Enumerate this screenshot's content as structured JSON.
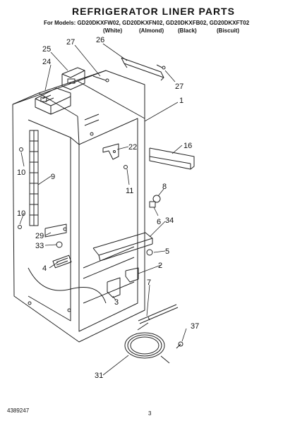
{
  "header": {
    "title": "REFRIGERATOR LINER PARTS",
    "models_line": "For Models: GD20DKXFW02, GD20DKXFN02, GD20DKXFB02, GD20DKXFT02",
    "colors": [
      "(White)",
      "(Almond)",
      "(Black)",
      "(Biscuit)"
    ]
  },
  "callouts": {
    "c25": "25",
    "c24": "24",
    "c27a": "27",
    "c26": "26",
    "c27b": "27",
    "c1": "1",
    "c22": "22",
    "c16": "16",
    "c11": "11",
    "c8": "8",
    "c6": "6",
    "c34": "34",
    "c5": "5",
    "c2": "2",
    "c10a": "10",
    "c9": "9",
    "c10b": "10",
    "c29": "29",
    "c33": "33",
    "c4": "4",
    "c7": "7",
    "c3": "3",
    "c37": "37",
    "c31": "31"
  },
  "footer": {
    "doc_number": "4389247",
    "page_number": "3"
  }
}
